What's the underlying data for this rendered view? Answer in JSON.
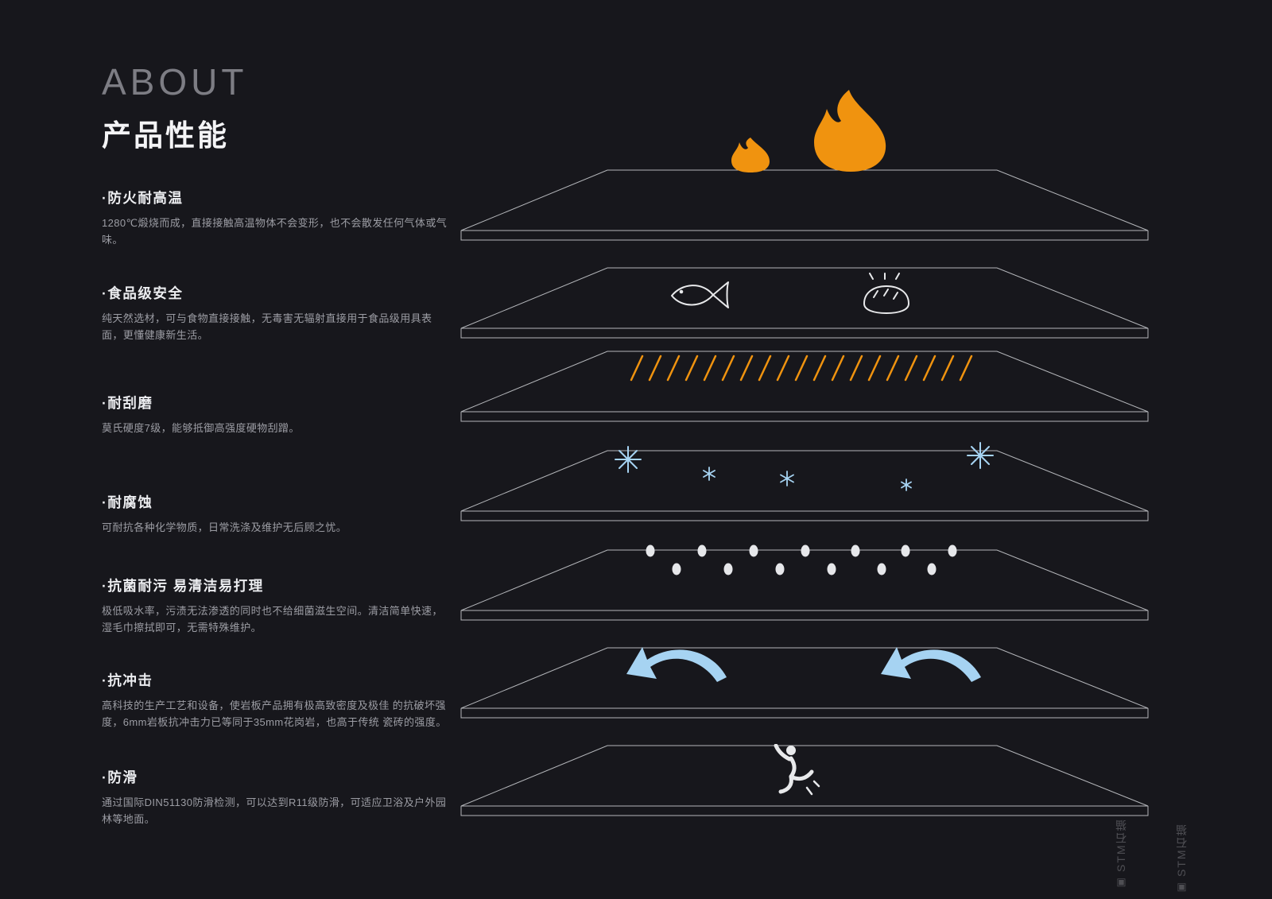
{
  "page": {
    "background": "#17171c"
  },
  "colors": {
    "accent_orange": "#f0930f",
    "accent_blue": "#a6d3f2",
    "line": "#b4b6ba",
    "text_primary": "#f4f4f6",
    "text_secondary": "#9c9da4"
  },
  "header": {
    "eyebrow": "ABOUT",
    "title": "产品性能"
  },
  "features": [
    {
      "title": "·防火耐高温",
      "desc": "1280℃煅烧而成，直接接触高温物体不会变形，也不会散发任何气体或气味。",
      "icon": "flame-icon"
    },
    {
      "title": "·食品级安全",
      "desc": "纯天然选材，可与食物直接接触，无毒害无辐射直接用于食品级用具表面，更懂健康新生活。",
      "icon": "fish-and-bread-icon"
    },
    {
      "title": "·耐刮磨",
      "desc": "莫氏硬度7级，能够抵御高强度硬物刮蹭。",
      "icon": "scratch-lines-icon"
    },
    {
      "title": "·耐腐蚀",
      "desc": "可耐抗各种化学物质，日常洗涤及维护无后顾之忧。",
      "icon": "snowflake-icon"
    },
    {
      "title": "·抗菌耐污 易清洁易打理",
      "desc": "极低吸水率，污渍无法渗透的同时也不给细菌滋生空间。清洁简单快速，湿毛巾擦拭即可，无需特殊维护。",
      "icon": "droplets-icon"
    },
    {
      "title": "·抗冲击",
      "desc": "高科技的生产工艺和设备，使岩板产品拥有极高致密度及极佳 的抗破坏强度，6mm岩板抗冲击力已等同于35mm花岗岩，也高于传统 瓷砖的强度。",
      "icon": "impact-arrows-icon"
    },
    {
      "title": "·防滑",
      "desc": "通过国际DIN51130防滑检测，可以达到R11级防滑，可适应卫浴及户外园林等地面。",
      "icon": "slip-person-icon"
    }
  ],
  "watermark": {
    "text": "STM石猫"
  }
}
